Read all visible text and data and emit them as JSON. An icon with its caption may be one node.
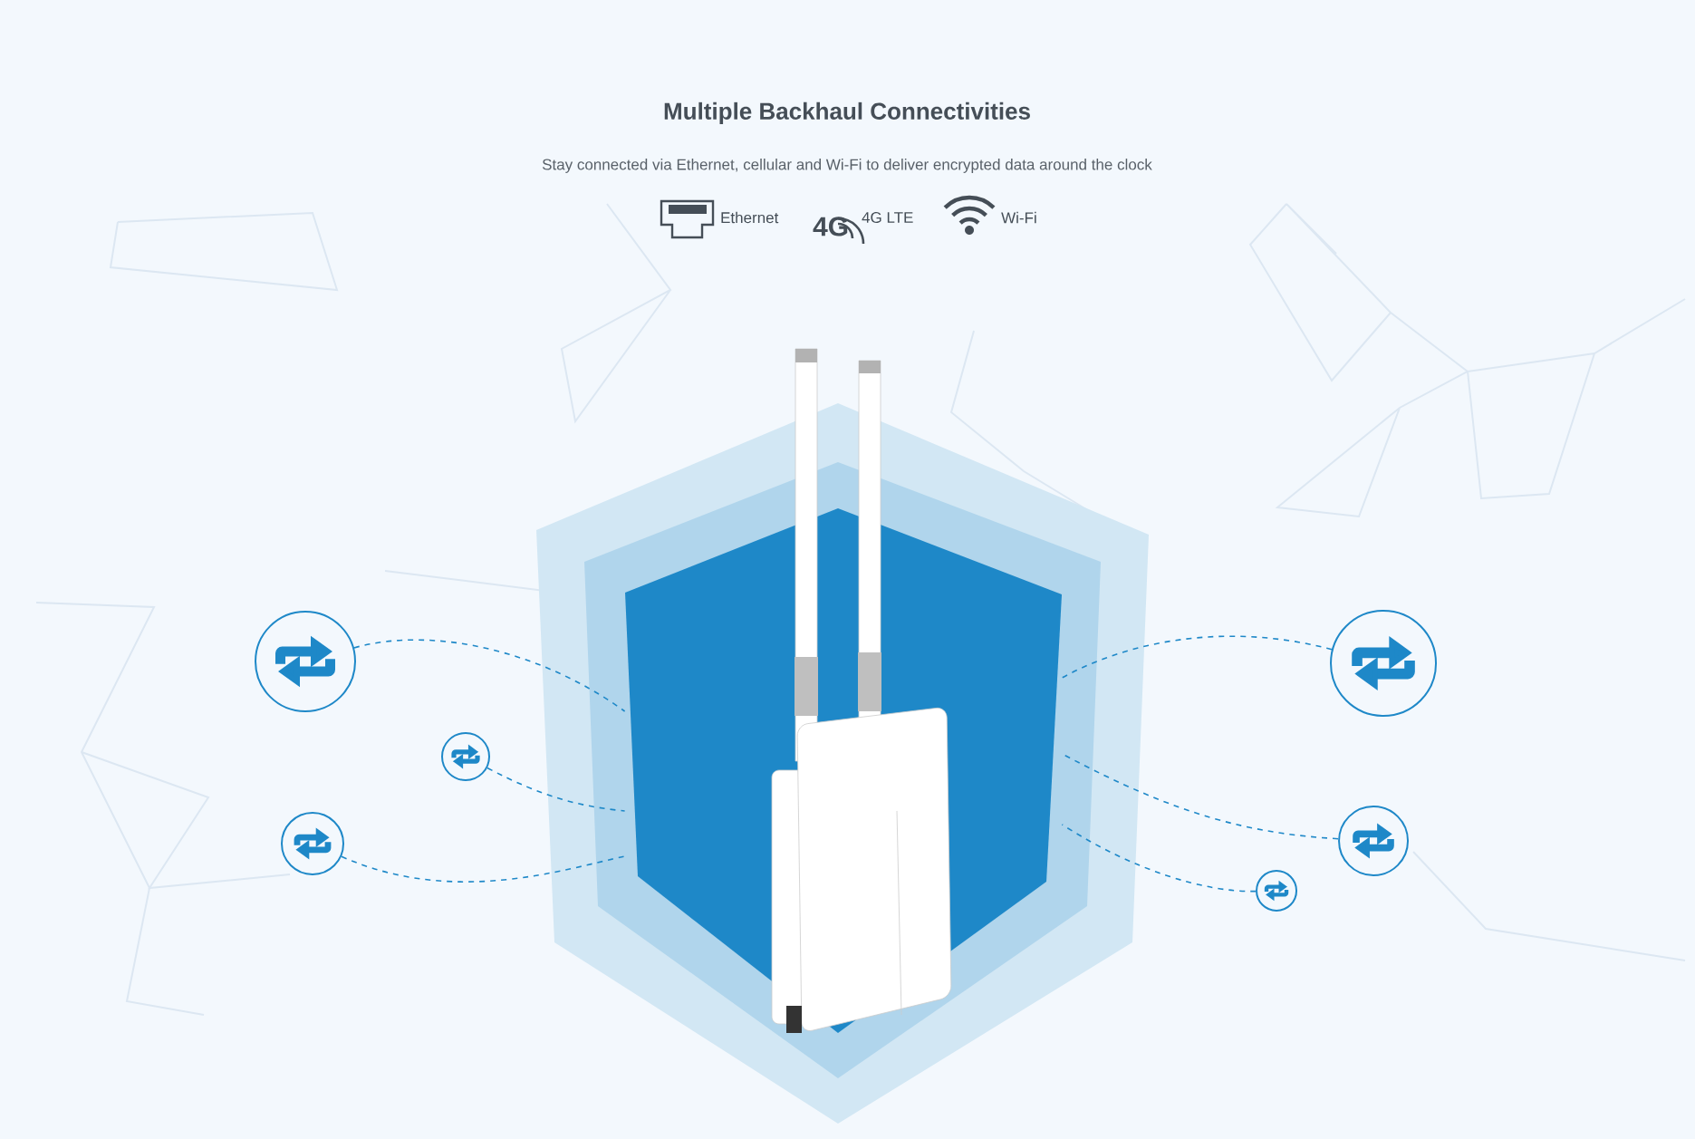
{
  "diagram": {
    "title": "Multiple Backhaul Connectivities",
    "nodes": [
      {
        "text": [],
        "shape": "circle"
      },
      {
        "text": [],
        "shape": "circle"
      },
      {
        "text": [],
        "shape": "circle"
      },
      {
        "text": [],
        "shape": "circle"
      },
      {
        "text": [],
        "shape": "circle"
      },
      {
        "text": [],
        "shape": "circle"
      },
      {
        "text": [],
        "shape": "picture"
      }
    ],
    "edges": [
      {
        "from": 0,
        "to": 6,
        "arrow": "none",
        "style": "dashed"
      },
      {
        "from": 1,
        "to": 6,
        "arrow": "none",
        "style": "dashed"
      },
      {
        "from": 2,
        "to": 6,
        "arrow": "none",
        "style": "dashed"
      },
      {
        "from": 3,
        "to": 6,
        "arrow": "none",
        "style": "dashed"
      },
      {
        "from": 4,
        "to": 6,
        "arrow": "none",
        "style": "dashed"
      },
      {
        "from": 5,
        "to": 6,
        "arrow": "none",
        "style": "dashed"
      }
    ],
    "labels": [
      "Stay connected via Ethernet, cellular and Wi-Fi to deliver encrypted data around the clock",
      "Ethernet",
      "4G",
      "4G LTE",
      "Wi-Fi"
    ]
  }
}
